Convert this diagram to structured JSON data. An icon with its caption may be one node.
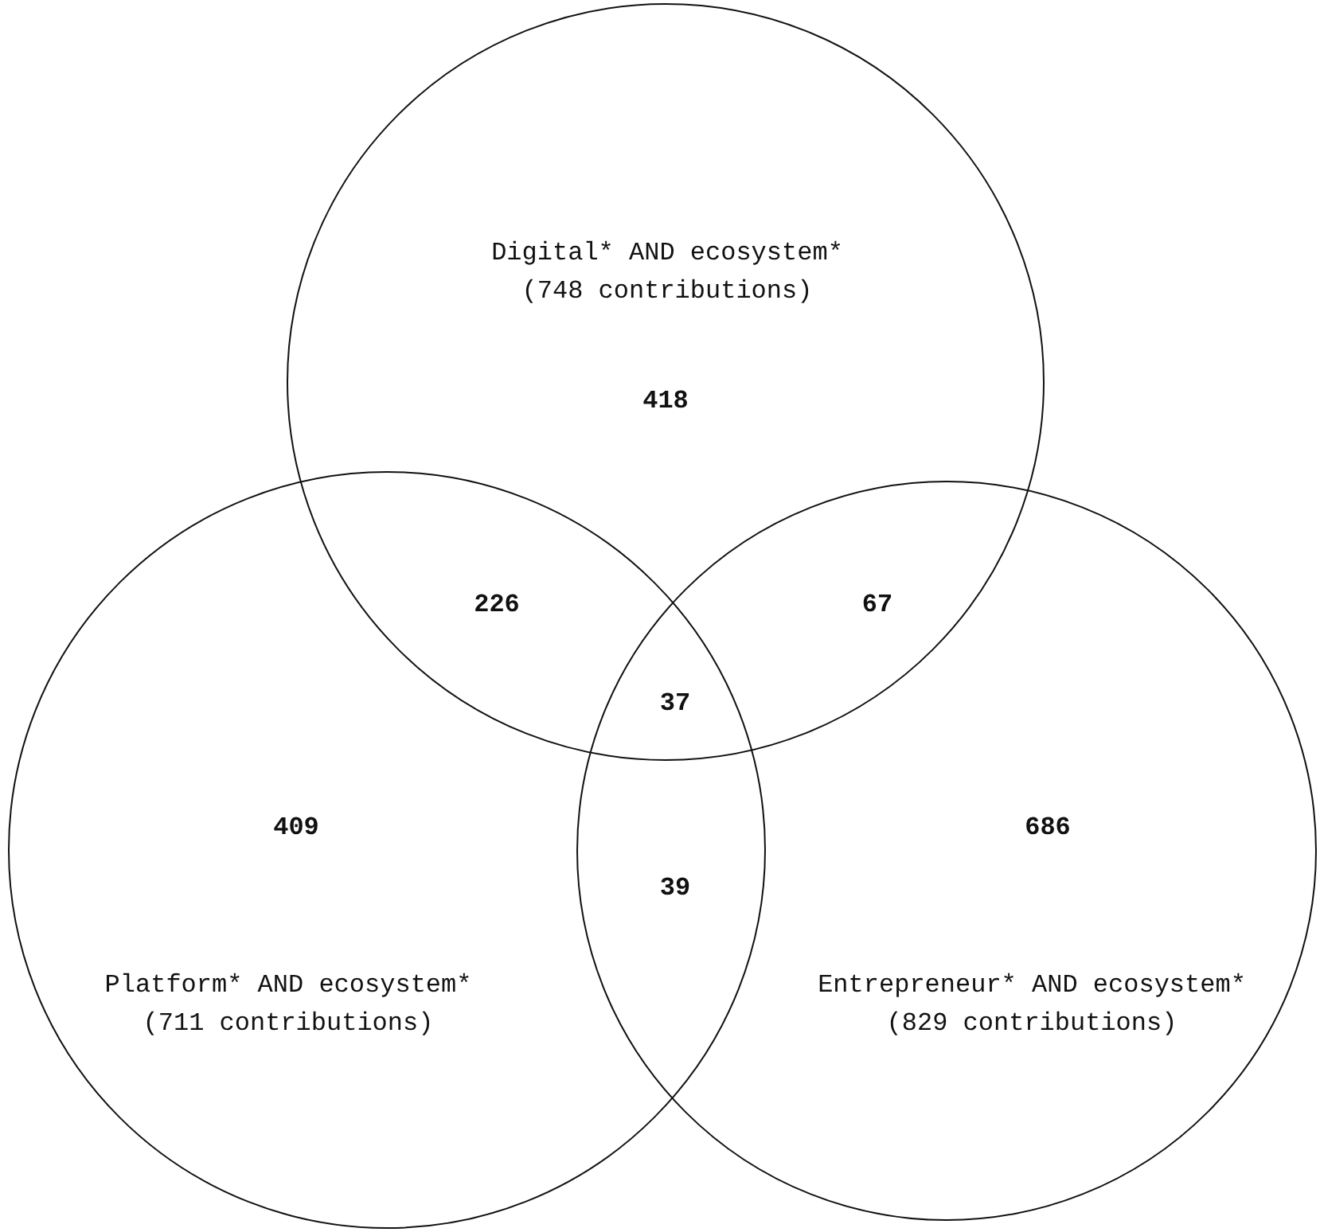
{
  "diagram": {
    "nodes": [
      {
        "text": [
          "Digital* AND ecosystem*",
          "(748 contributions)"
        ]
      },
      {
        "text": [
          "Platform* AND ecosystem*",
          "(711 contributions)"
        ]
      },
      {
        "text": [
          "Entrepreneur* AND ecosystem*",
          "(829 contributions)"
        ]
      }
    ],
    "labels": [
      "418",
      "226",
      "67",
      "37",
      "409",
      "39",
      "686"
    ]
  }
}
